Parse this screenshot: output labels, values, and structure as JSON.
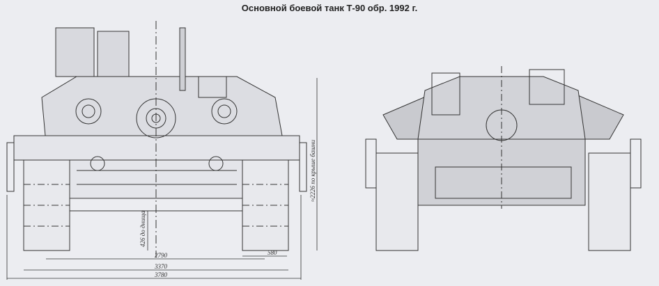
{
  "title": "Основной боевой танк Т-90 обр. 1992 г.",
  "dimensions": {
    "track_center_width": "2790",
    "hull_width": "3370",
    "overall_width": "3780",
    "track_width": "580",
    "ground_clearance": "426 до днища",
    "height": "≈2226 по крыше башни"
  },
  "colors": {
    "background": "#ecedf1",
    "line": "#333333"
  }
}
